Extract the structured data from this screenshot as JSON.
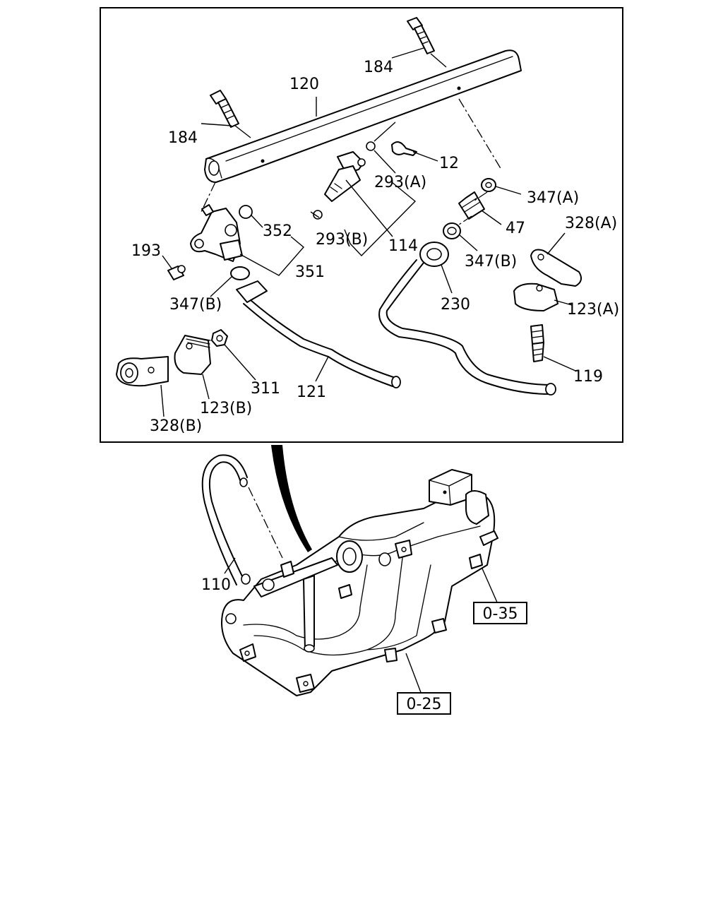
{
  "callouts": {
    "c184_top": "184",
    "c120": "120",
    "c184_left": "184",
    "c12": "12",
    "c293a": "293(A)",
    "c347a": "347(A)",
    "c47": "47",
    "c328a": "328(A)",
    "c352": "352",
    "c193": "193",
    "c293b": "293(B)",
    "c114": "114",
    "c351": "351",
    "c347b_right": "347(B)",
    "c347b_left": "347(B)",
    "c230": "230",
    "c123a": "123(A)",
    "c119": "119",
    "c311": "311",
    "c121": "121",
    "c123b": "123(B)",
    "c328b": "328(B)",
    "c110": "110"
  },
  "references": {
    "ref_035": "0-35",
    "ref_025": "0-25"
  }
}
